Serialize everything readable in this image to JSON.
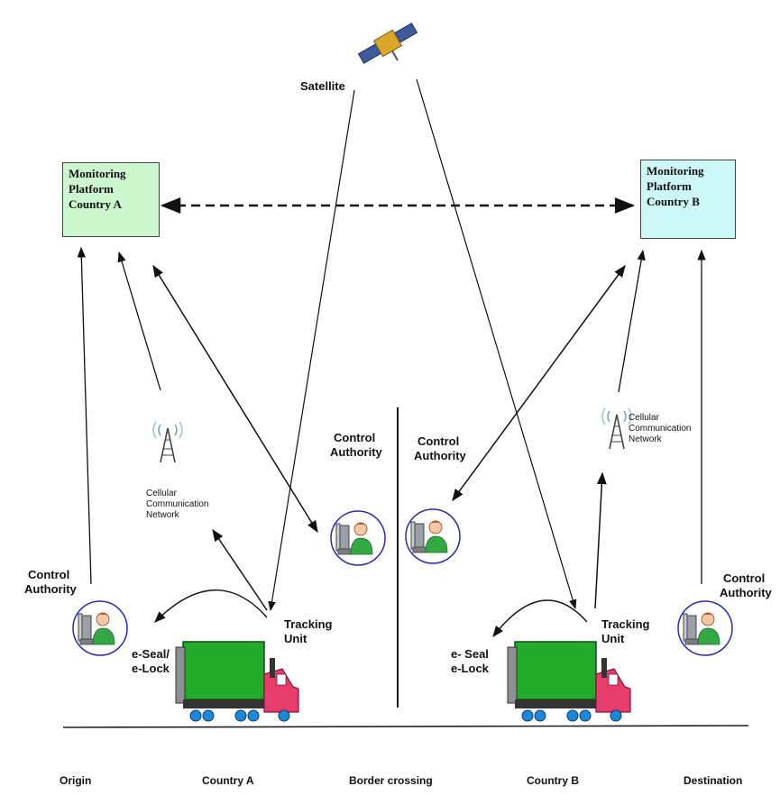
{
  "satellite": {
    "label": "Satellite"
  },
  "platforms": {
    "a": {
      "lines": [
        "Monitoring",
        "Platform",
        "Country A"
      ],
      "color": "#ccf7cf"
    },
    "b": {
      "lines": [
        "Monitoring",
        "Platform",
        "Country B"
      ],
      "color": "#cef8f8"
    }
  },
  "control_authority": {
    "line1": "Control",
    "line2": "Authority"
  },
  "cellular": {
    "line1": "Cellular",
    "line2": "Communication",
    "line3": "Network"
  },
  "tracking": {
    "line1": "Tracking",
    "line2": "Unit"
  },
  "seal_a": {
    "line1": "e-Seal/",
    "line2": "e-Lock"
  },
  "seal_b": {
    "line1": "e- Seal",
    "line2": "e-Lock"
  },
  "bottom": {
    "origin": "Origin",
    "country_a": "Country A",
    "border": "Border crossing",
    "country_b": "Country B",
    "destination": "Destination"
  },
  "colors": {
    "truck_cargo": "#22aa2a",
    "truck_cab": "#e83c6c",
    "circle": "#2a2ab0",
    "arrow": "#111111"
  }
}
